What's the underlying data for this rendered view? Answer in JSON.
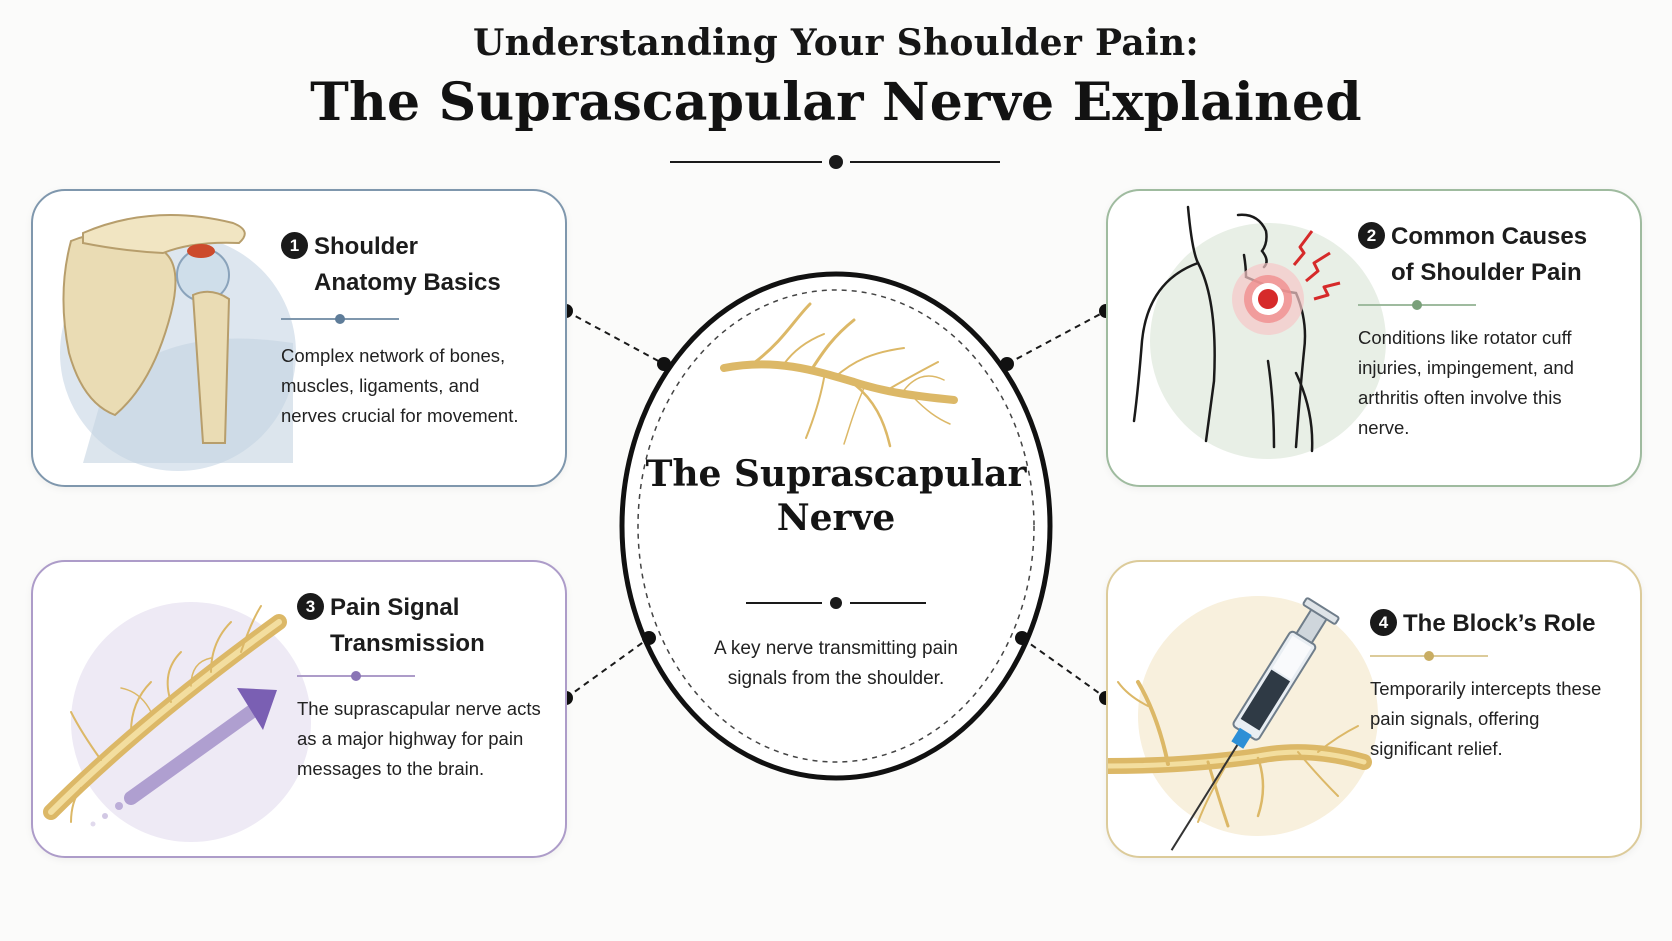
{
  "title": {
    "line1": "Understanding Your Shoulder Pain:",
    "line2": "The Suprascapular Nerve Explained"
  },
  "center": {
    "title": "The Suprascapular Nerve",
    "description": "A key nerve transmitting pain signals from the shoulder."
  },
  "cards": [
    {
      "number": "1",
      "title": "Shoulder Anatomy Basics",
      "text": "Complex network of bones, muscles, ligaments, and nerves crucial for movement.",
      "accent": "#6d8aa6",
      "icon": "shoulder-joint-icon"
    },
    {
      "number": "2",
      "title": "Common Causes of Shoulder Pain",
      "text": "Conditions like rotator cuff injuries, impingement, and arthritis often involve this nerve.",
      "accent": "#8fb08f",
      "icon": "torso-pain-icon"
    },
    {
      "number": "3",
      "title": "Pain Signal Transmission",
      "text": "The suprascapular nerve acts as a major highway for pain messages to the brain.",
      "accent": "#9b86c4",
      "icon": "nerve-signal-icon"
    },
    {
      "number": "4",
      "title": "The Block’s Role",
      "text": "Temporarily intercepts these pain signals, offering significant relief.",
      "accent": "#d4bd7a",
      "icon": "syringe-nerve-icon"
    }
  ],
  "colors": {
    "nerve": "#e3c27a",
    "pain_red": "#d62a2a",
    "ink": "#1a1a1a"
  }
}
